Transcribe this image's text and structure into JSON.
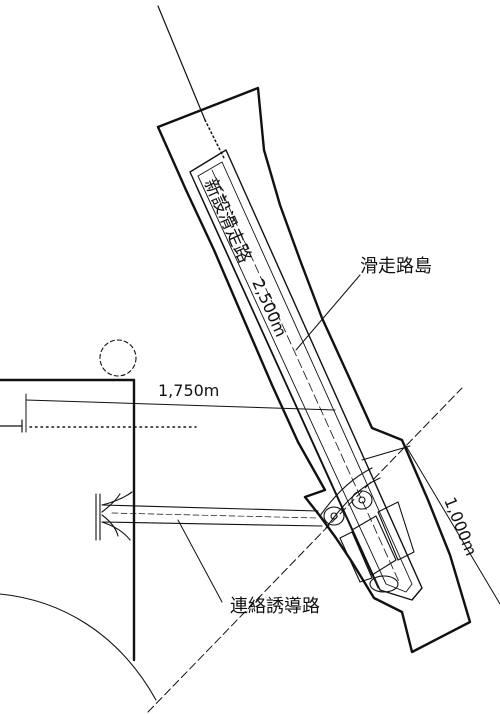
{
  "labels": {
    "new_runway": "新設滑走路",
    "runway_length": "2,500m",
    "runway_island": "滑走路島",
    "distance_1750": "1,750m",
    "width_1000": "1,000m",
    "connecting_taxiway": "連絡誘導路"
  }
}
